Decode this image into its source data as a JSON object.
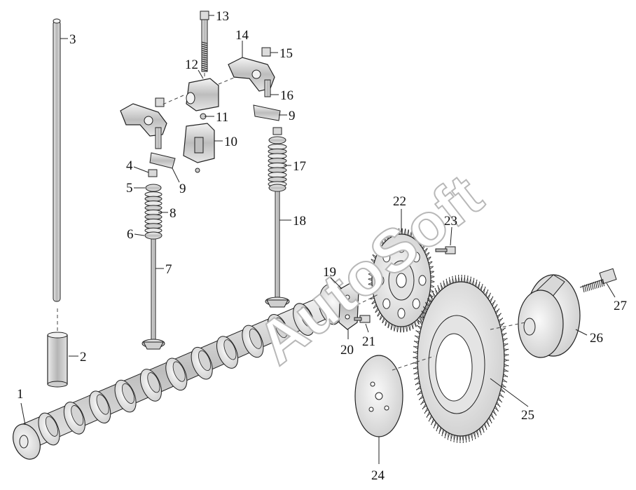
{
  "watermark": "AutoSoft",
  "callouts": [
    {
      "id": "c1",
      "text": "1"
    },
    {
      "id": "c2",
      "text": "2"
    },
    {
      "id": "c3",
      "text": "3"
    },
    {
      "id": "c4",
      "text": "4"
    },
    {
      "id": "c5",
      "text": "5"
    },
    {
      "id": "c6",
      "text": "6"
    },
    {
      "id": "c7",
      "text": "7"
    },
    {
      "id": "c8",
      "text": "8"
    },
    {
      "id": "c9a",
      "text": "9"
    },
    {
      "id": "c9b",
      "text": "9"
    },
    {
      "id": "c10",
      "text": "10"
    },
    {
      "id": "c11",
      "text": "11"
    },
    {
      "id": "c12",
      "text": "12"
    },
    {
      "id": "c13",
      "text": "13"
    },
    {
      "id": "c14",
      "text": "14"
    },
    {
      "id": "c15",
      "text": "15"
    },
    {
      "id": "c16",
      "text": "16"
    },
    {
      "id": "c17",
      "text": "17"
    },
    {
      "id": "c18",
      "text": "18"
    },
    {
      "id": "c19",
      "text": "19"
    },
    {
      "id": "c20",
      "text": "20"
    },
    {
      "id": "c21",
      "text": "21"
    },
    {
      "id": "c22",
      "text": "22"
    },
    {
      "id": "c23",
      "text": "23"
    },
    {
      "id": "c24",
      "text": "24"
    },
    {
      "id": "c25",
      "text": "25"
    },
    {
      "id": "c26",
      "text": "26"
    },
    {
      "id": "c27",
      "text": "27"
    }
  ]
}
